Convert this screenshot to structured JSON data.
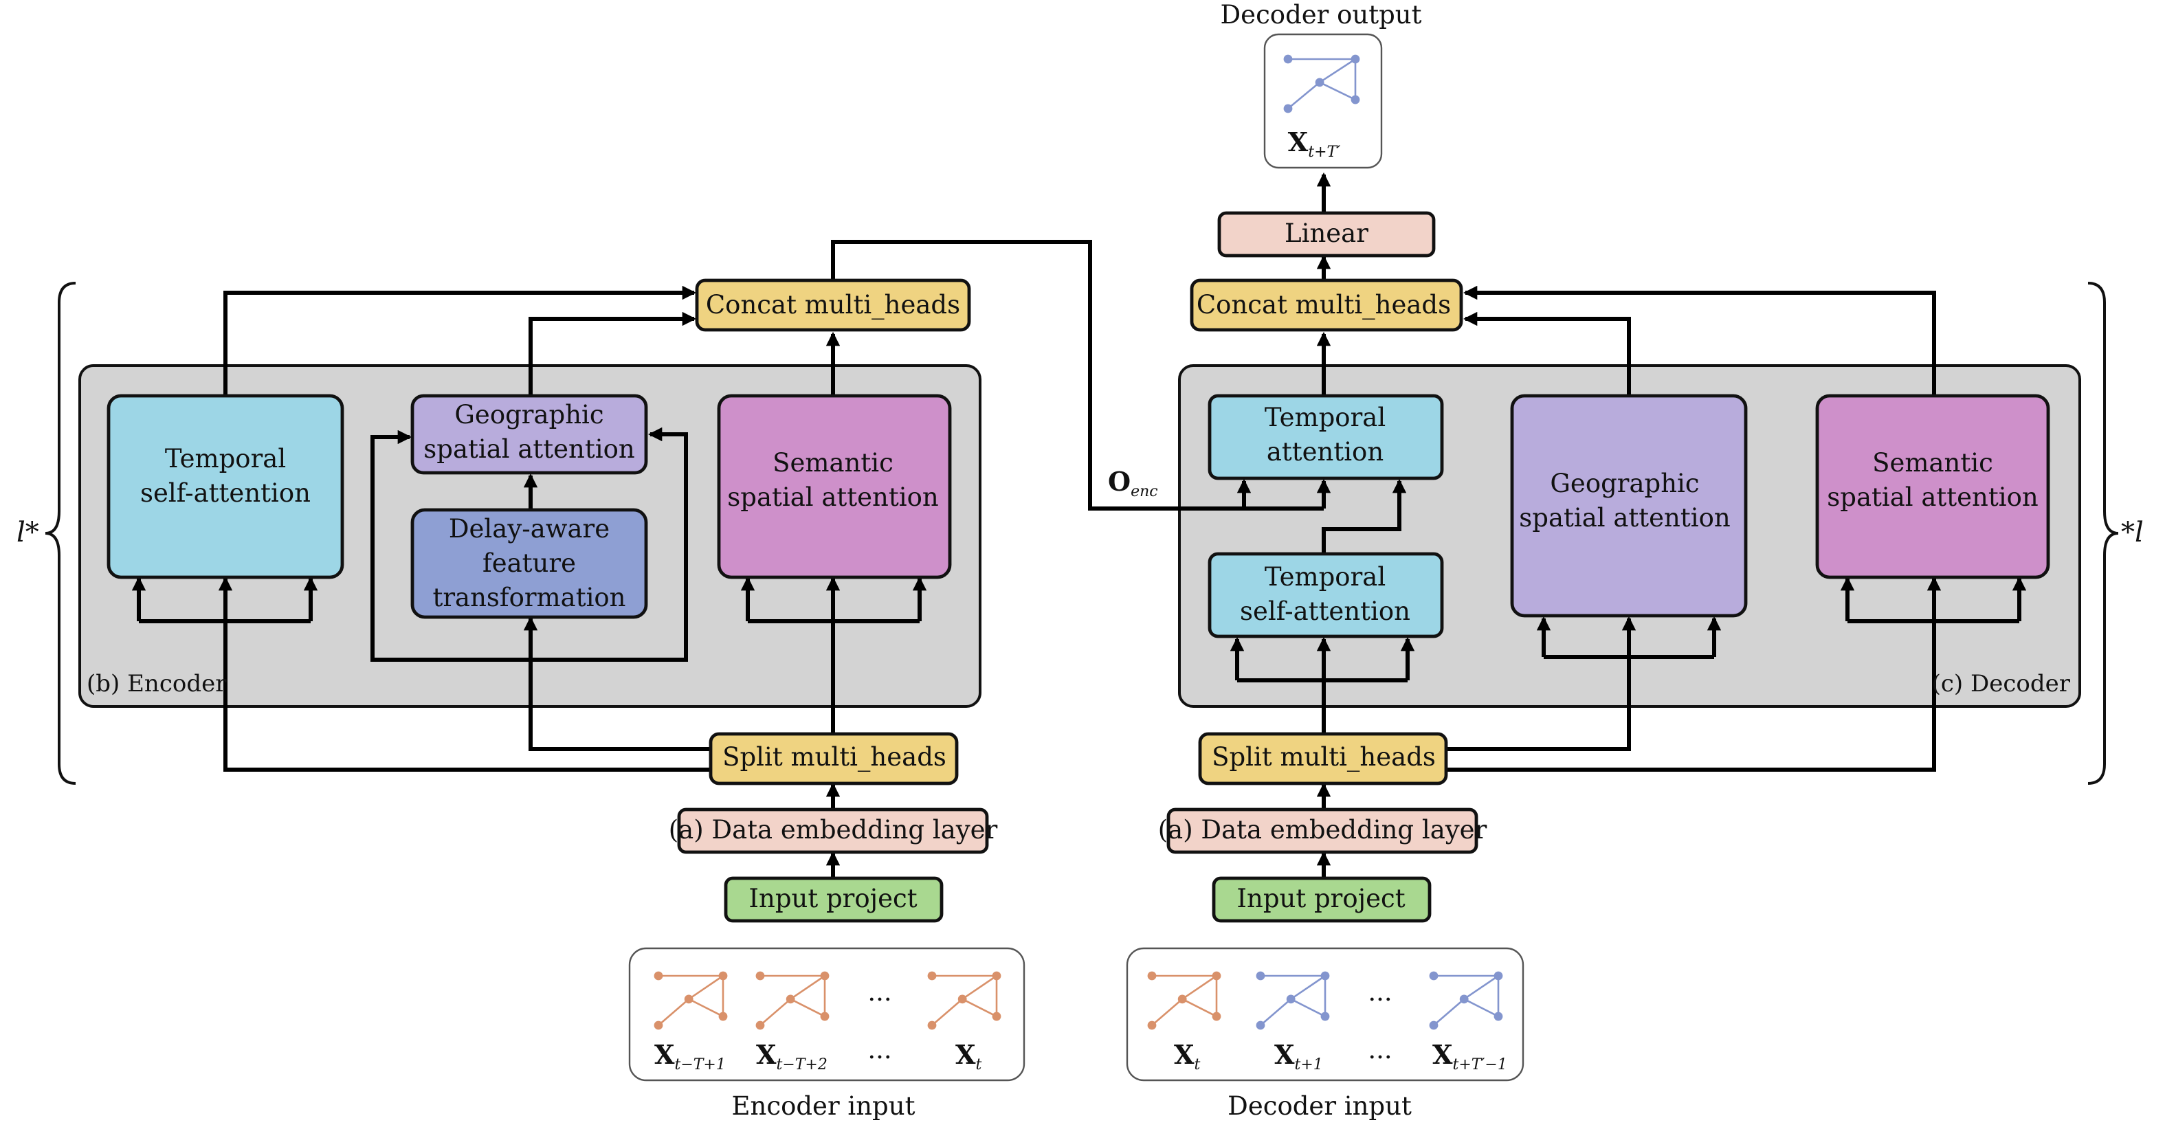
{
  "colors": {
    "embed": "#f2d3c9",
    "concat": "#efd381",
    "input": "#a9d890",
    "temporal": "#9dd6e6",
    "geo": "#b8acdc",
    "delay": "#8e9fd3",
    "semantic": "#ce90ca",
    "panel": "#d3d3d3",
    "node_orange": "#d9916a",
    "node_blue": "#8395ce"
  },
  "decoder_output": {
    "title": "Decoder output",
    "var": "X",
    "sub": "t+T′"
  },
  "linear": "Linear",
  "encoder": {
    "panel_label": "(b) Encoder",
    "brace_label": "l*",
    "concat": "Concat multi_heads",
    "temporal": [
      "Temporal",
      "self-attention"
    ],
    "geo": [
      "Geographic",
      "spatial attention"
    ],
    "delay": [
      "Delay-aware",
      "feature",
      "transformation"
    ],
    "semantic": [
      "Semantic",
      "spatial attention"
    ],
    "split": "Split multi_heads",
    "embedding": "(a) Data embedding layer",
    "input_project": "Input project",
    "input_title": "Encoder input",
    "inputs": [
      {
        "var": "X",
        "sub": "t−T+1"
      },
      {
        "var": "X",
        "sub": "t−T+2"
      },
      {
        "var": "X",
        "sub": "t"
      }
    ],
    "ellipsis": "..."
  },
  "decoder": {
    "panel_label": "(c) Decoder",
    "brace_label": "*l",
    "concat": "Concat multi_heads",
    "temporal_attention": [
      "Temporal",
      "attention"
    ],
    "temporal_self": [
      "Temporal",
      "self-attention"
    ],
    "geo": [
      "Geographic",
      "spatial attention"
    ],
    "semantic": [
      "Semantic",
      "spatial attention"
    ],
    "split": "Split multi_heads",
    "embedding": "(a) Data embedding layer",
    "input_project": "Input project",
    "input_title": "Decoder input",
    "inputs": [
      {
        "var": "X",
        "sub": "t"
      },
      {
        "var": "X",
        "sub": "t+1"
      },
      {
        "var": "X",
        "sub": "t+T′−1"
      }
    ],
    "ellipsis": "..."
  },
  "o_enc": {
    "var": "O",
    "sub": "enc"
  }
}
